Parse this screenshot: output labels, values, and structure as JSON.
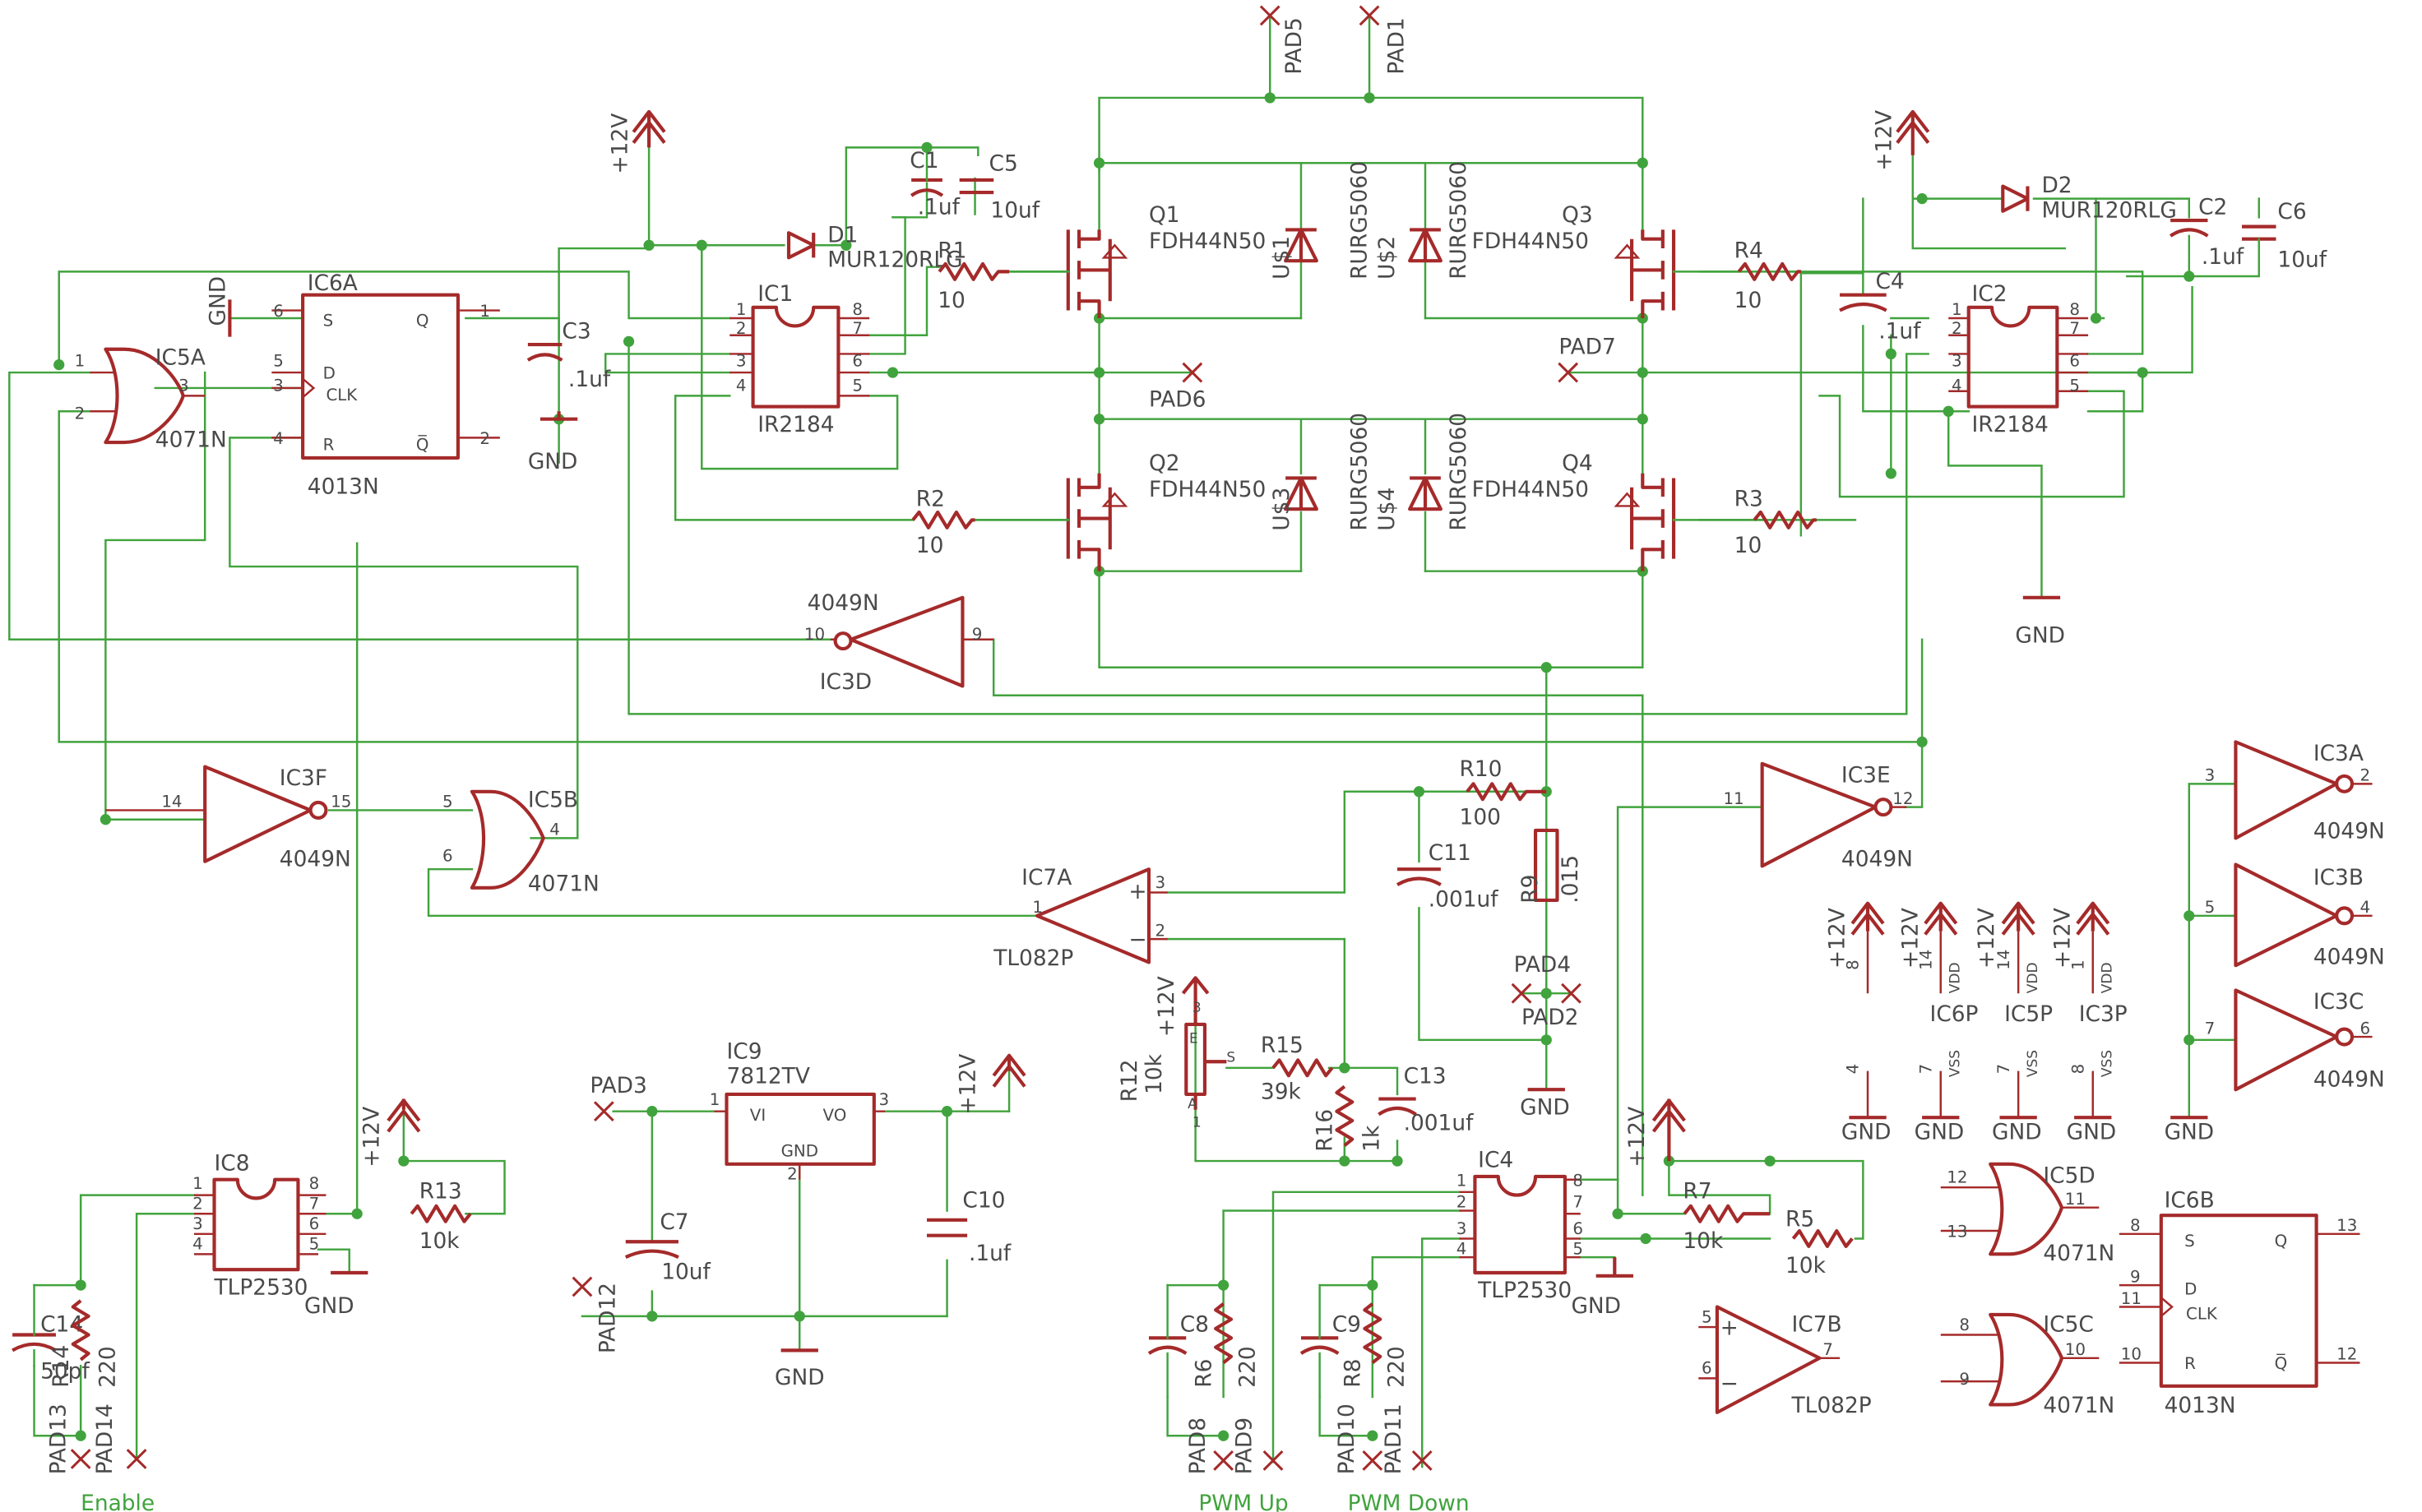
{
  "schematic": {
    "ic6a": {
      "name": "IC6A",
      "part": "4013N",
      "pins": {
        "s": "S",
        "d": "D",
        "clk": "CLK",
        "r": "R",
        "q": "Q",
        "qn": "Q̅"
      },
      "pin_numbers": [
        "6",
        "5",
        "3",
        "4",
        "1",
        "2"
      ]
    },
    "ic5a": {
      "name": "IC5A",
      "part": "4071N",
      "pins": [
        "1",
        "2",
        "3"
      ]
    },
    "ic1": {
      "name": "IC1",
      "part": "IR2184",
      "pins": [
        "1",
        "2",
        "3",
        "4",
        "8",
        "7",
        "6",
        "5"
      ]
    },
    "ic2": {
      "name": "IC2",
      "part": "IR2184",
      "pins": [
        "1",
        "2",
        "3",
        "4",
        "8",
        "7",
        "6",
        "5"
      ]
    },
    "q1": {
      "name": "Q1",
      "part": "FDH44N50"
    },
    "q2": {
      "name": "Q2",
      "part": "FDH44N50"
    },
    "q3": {
      "name": "Q3",
      "part": "FDH44N50"
    },
    "q4": {
      "name": "Q4",
      "part": "FDH44N50"
    },
    "u1": {
      "name": "U$1",
      "part": "RURG5060"
    },
    "u2": {
      "name": "U$2",
      "part": "RURG5060"
    },
    "u3": {
      "name": "U$3",
      "part": "RURG5060"
    },
    "u4": {
      "name": "U$4",
      "part": "RURG5060"
    },
    "d1": {
      "name": "D1",
      "part": "MUR120RLG"
    },
    "d2": {
      "name": "D2",
      "part": "MUR120RLG"
    },
    "c1": {
      "name": "C1",
      "value": ".1uf"
    },
    "c2": {
      "name": "C2",
      "value": ".1uf"
    },
    "c3": {
      "name": "C3",
      "value": ".1uf"
    },
    "c4": {
      "name": "C4",
      "value": ".1uf"
    },
    "c5": {
      "name": "C5",
      "value": "10uf"
    },
    "c6": {
      "name": "C6",
      "value": "10uf"
    },
    "c7": {
      "name": "C7",
      "value": "10uf"
    },
    "c8": {
      "name": "C8"
    },
    "c9": {
      "name": "C9"
    },
    "c10": {
      "name": "C10",
      "value": ".1uf"
    },
    "c11": {
      "name": "C11",
      "value": ".001uf"
    },
    "c13": {
      "name": "C13",
      "value": ".001uf"
    },
    "c14": {
      "name": "C14",
      "value": "50pf"
    },
    "r1": {
      "name": "R1",
      "value": "10"
    },
    "r2": {
      "name": "R2",
      "value": "10"
    },
    "r3": {
      "name": "R3",
      "value": "10"
    },
    "r4": {
      "name": "R4",
      "value": "10"
    },
    "r5": {
      "name": "R5",
      "value": "10k"
    },
    "r6": {
      "name": "R6",
      "value": "220"
    },
    "r7": {
      "name": "R7",
      "value": "10k"
    },
    "r8": {
      "name": "R8",
      "value": "220"
    },
    "r9": {
      "name": "R9",
      "value": ".015"
    },
    "r10": {
      "name": "R10",
      "value": "100"
    },
    "r12": {
      "name": "R12",
      "value": "10k"
    },
    "r13": {
      "name": "R13",
      "value": "10k"
    },
    "r14": {
      "name": "R14",
      "value": "220"
    },
    "r15": {
      "name": "R15",
      "value": "39k"
    },
    "r16": {
      "name": "R16",
      "value": "1k"
    },
    "ic3d": {
      "name": "IC3D",
      "part": "4049N",
      "pins": [
        "10",
        "9"
      ]
    },
    "ic3f": {
      "name": "IC3F",
      "part": "4049N",
      "pins": [
        "14",
        "15"
      ]
    },
    "ic3e": {
      "name": "IC3E",
      "part": "4049N",
      "pins": [
        "11",
        "12"
      ]
    },
    "ic3a": {
      "name": "IC3A",
      "part": "4049N",
      "pins": [
        "3",
        "2"
      ]
    },
    "ic3b": {
      "name": "IC3B",
      "part": "4049N",
      "pins": [
        "5",
        "4"
      ]
    },
    "ic3c": {
      "name": "IC3C",
      "part": "4049N",
      "pins": [
        "7",
        "6"
      ]
    },
    "ic5b": {
      "name": "IC5B",
      "part": "4071N",
      "pins": [
        "5",
        "6",
        "4"
      ]
    },
    "ic5c": {
      "name": "IC5C",
      "part": "4071N",
      "pins": [
        "8",
        "9",
        "10"
      ]
    },
    "ic5d": {
      "name": "IC5D",
      "part": "4071N",
      "pins": [
        "12",
        "13",
        "11"
      ]
    },
    "ic7a": {
      "name": "IC7A",
      "part": "TL082P",
      "pins": [
        "3",
        "2",
        "1"
      ]
    },
    "ic7b": {
      "name": "IC7B",
      "part": "TL082P",
      "pins": [
        "5",
        "6",
        "7"
      ]
    },
    "ic8": {
      "name": "IC8",
      "part": "TLP2530",
      "pins": [
        "1",
        "2",
        "3",
        "4",
        "8",
        "7",
        "6",
        "5"
      ]
    },
    "ic4": {
      "name": "IC4",
      "part": "TLP2530",
      "pins": [
        "1",
        "2",
        "3",
        "4",
        "8",
        "7",
        "6",
        "5"
      ]
    },
    "ic9": {
      "name": "IC9",
      "part": "7812TV",
      "pins": {
        "vi": "VI",
        "vo": "VO",
        "gnd": "GND",
        "n1": "1",
        "n2": "2",
        "n3": "3"
      }
    },
    "ic6b": {
      "name": "IC6B",
      "part": "4013N",
      "pins": {
        "s": "S",
        "d": "D",
        "clk": "CLK",
        "r": "R",
        "q": "Q",
        "qn": "Q̅"
      },
      "pin_numbers": [
        "8",
        "9",
        "11",
        "10",
        "13",
        "12"
      ]
    },
    "power_units": [
      {
        "name": "IC6P",
        "pwr": "VDD",
        "gnd": "VSS",
        "p_pin": "14",
        "g_pin": "7"
      },
      {
        "name": "IC5P",
        "pwr": "VDD",
        "gnd": "VSS",
        "p_pin": "14",
        "g_pin": "7"
      },
      {
        "name": "IC3P",
        "pwr": "VDD",
        "gnd": "VSS",
        "p_pin": "1",
        "g_pin": "8"
      }
    ],
    "supplies": {
      "v12": "+12V",
      "gnd": "GND"
    },
    "pads": [
      "PAD1",
      "PAD2",
      "PAD3",
      "PAD4",
      "PAD5",
      "PAD6",
      "PAD7",
      "PAD8",
      "PAD9",
      "PAD10",
      "PAD11",
      "PAD12",
      "PAD13",
      "PAD14"
    ],
    "nets": {
      "enable": "Enable",
      "pwm_up": "PWM Up",
      "pwm_down": "PWM Down"
    },
    "misc_pins": {
      "ic_p4": "4",
      "ic_p8": "8",
      "a": "A",
      "e": "E",
      "s": "S",
      "r12_p3": "3",
      "r12_p1": "1"
    }
  }
}
